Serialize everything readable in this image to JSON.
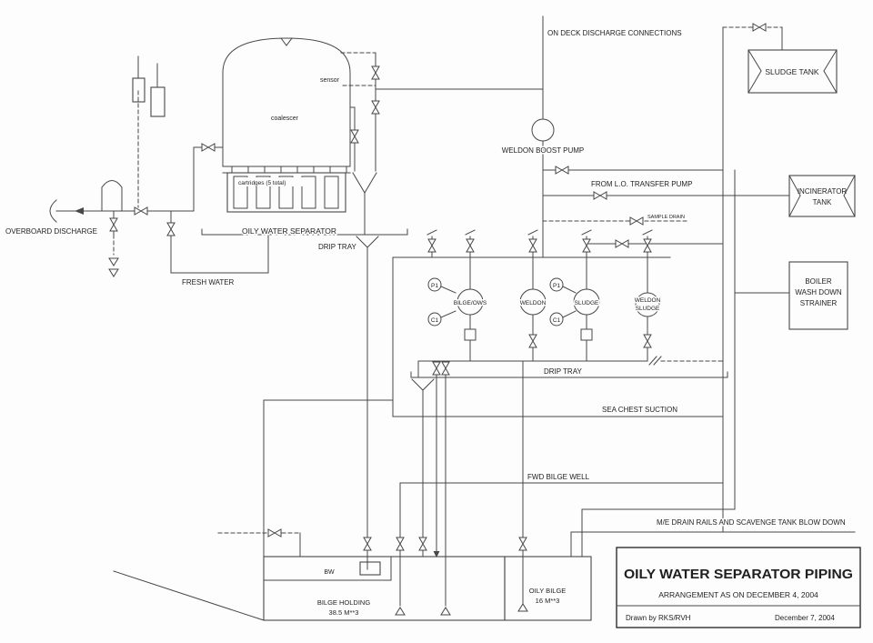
{
  "labels": {
    "on_deck": "ON DECK DISCHARGE CONNECTIONS",
    "from_lo": "FROM L.O. TRANSFER PUMP",
    "sample_drain": "SAMPLE DRAIN",
    "overboard": "OVERBOARD DISCHARGE",
    "fresh_water": "FRESH WATER",
    "drip_tray_upper": "DRIP TRAY",
    "drip_tray_lower": "DRIP TRAY",
    "sea_chest": "SEA CHEST SUCTION",
    "fwd_bilge": "FWD BILGE WELL",
    "me_drains": "M/E DRAIN RAILS AND SCAVENGE TANK BLOW DOWN"
  },
  "separator": {
    "name": "OILY WATER SEPARATOR",
    "sensor": "sensor",
    "coalescer": "coalescer",
    "cartridges": "cartridges (5 total)"
  },
  "pumps": {
    "boost": "WELDON BOOST PUMP",
    "bilge_ows": "BILGE/OWS",
    "weldon": "WELDON",
    "sludge": "SLUDGE",
    "weldon_sludge_1": "WELDON",
    "weldon_sludge_2": "SLUDGE"
  },
  "gauges": {
    "p1": "P1",
    "c1": "C1"
  },
  "tanks": {
    "sludge": "SLUDGE TANK",
    "incinerator_1": "INCINERATOR",
    "incinerator_2": "TANK",
    "boiler_1": "BOILER",
    "boiler_2": "WASH DOWN",
    "boiler_3": "STRAINER",
    "bilge_holding_1": "BILGE HOLDING",
    "bilge_holding_2": "38.5 M**3",
    "oily_bilge_1": "OILY BILGE",
    "oily_bilge_2": "16 M**3",
    "bw": "BW"
  },
  "title_block": {
    "title": "OILY WATER SEPARATOR PIPING",
    "subtitle": "ARRANGEMENT AS ON DECEMBER 4, 2004",
    "drawn_by": "Drawn by RKS/RVH",
    "date": "December 7, 2004"
  },
  "colors": {
    "line": "#474747",
    "text": "#1f1f1f",
    "paper": "#fdfdfd"
  }
}
